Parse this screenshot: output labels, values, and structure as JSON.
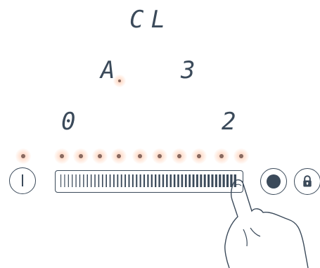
{
  "display": {
    "top": "CL",
    "left": "A",
    "right": "3",
    "zone_left": "0",
    "zone_right": "2"
  },
  "controls": {
    "power_icon": "power-icon",
    "record_icon": "record-icon",
    "lock_icon": "lock-icon"
  },
  "slider": {
    "level": 1.0,
    "tick_count": 47
  },
  "indicators": {
    "count": 11,
    "color": "#3b4a5a",
    "glow": "#ff9966"
  }
}
